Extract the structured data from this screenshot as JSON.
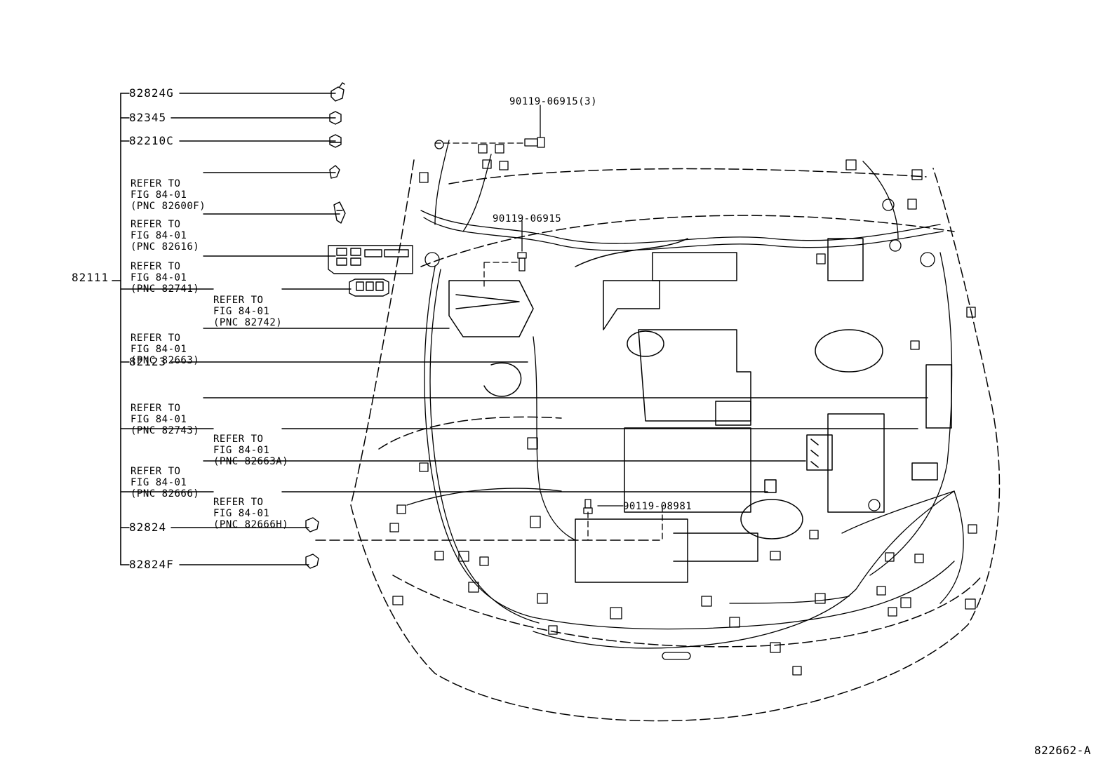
{
  "assembly": {
    "part_no": "82111"
  },
  "parts": [
    {
      "id": "82824G",
      "label": "82824G"
    },
    {
      "id": "82345",
      "label": "82345"
    },
    {
      "id": "82210C",
      "label": "82210C"
    },
    {
      "id": "ref-82600F",
      "refer": "REFER TO",
      "fig": "FIG 84-01",
      "pnc": "(PNC 82600F)"
    },
    {
      "id": "ref-82616",
      "refer": "REFER TO",
      "fig": "FIG 84-01",
      "pnc": "(PNC 82616)"
    },
    {
      "id": "ref-82741",
      "refer": "REFER TO",
      "fig": "FIG 84-01",
      "pnc": "(PNC 82741)"
    },
    {
      "id": "ref-82742",
      "refer": "REFER TO",
      "fig": "FIG 84-01",
      "pnc": "(PNC 82742)"
    },
    {
      "id": "ref-82663",
      "refer": "REFER TO",
      "fig": "FIG 84-01",
      "pnc": "(PNC 82663)"
    },
    {
      "id": "82123",
      "label": "82123"
    },
    {
      "id": "ref-82743",
      "refer": "REFER TO",
      "fig": "FIG 84-01",
      "pnc": "(PNC 82743)"
    },
    {
      "id": "ref-82663A",
      "refer": "REFER TO",
      "fig": "FIG 84-01",
      "pnc": "(PNC 82663A)"
    },
    {
      "id": "ref-82666",
      "refer": "REFER TO",
      "fig": "FIG 84-01",
      "pnc": "(PNC 82666)"
    },
    {
      "id": "ref-82666H",
      "refer": "REFER TO",
      "fig": "FIG 84-01",
      "pnc": "(PNC 82666H)"
    },
    {
      "id": "82824",
      "label": "82824"
    },
    {
      "id": "82824F",
      "label": "82824F"
    }
  ],
  "bolts": [
    {
      "id": "bolt-top",
      "label": "90119-06915(3)"
    },
    {
      "id": "bolt-mid",
      "label": "90119-06915"
    },
    {
      "id": "bolt-low",
      "label": "90119-08981"
    }
  ],
  "figure_id": "822662-A"
}
